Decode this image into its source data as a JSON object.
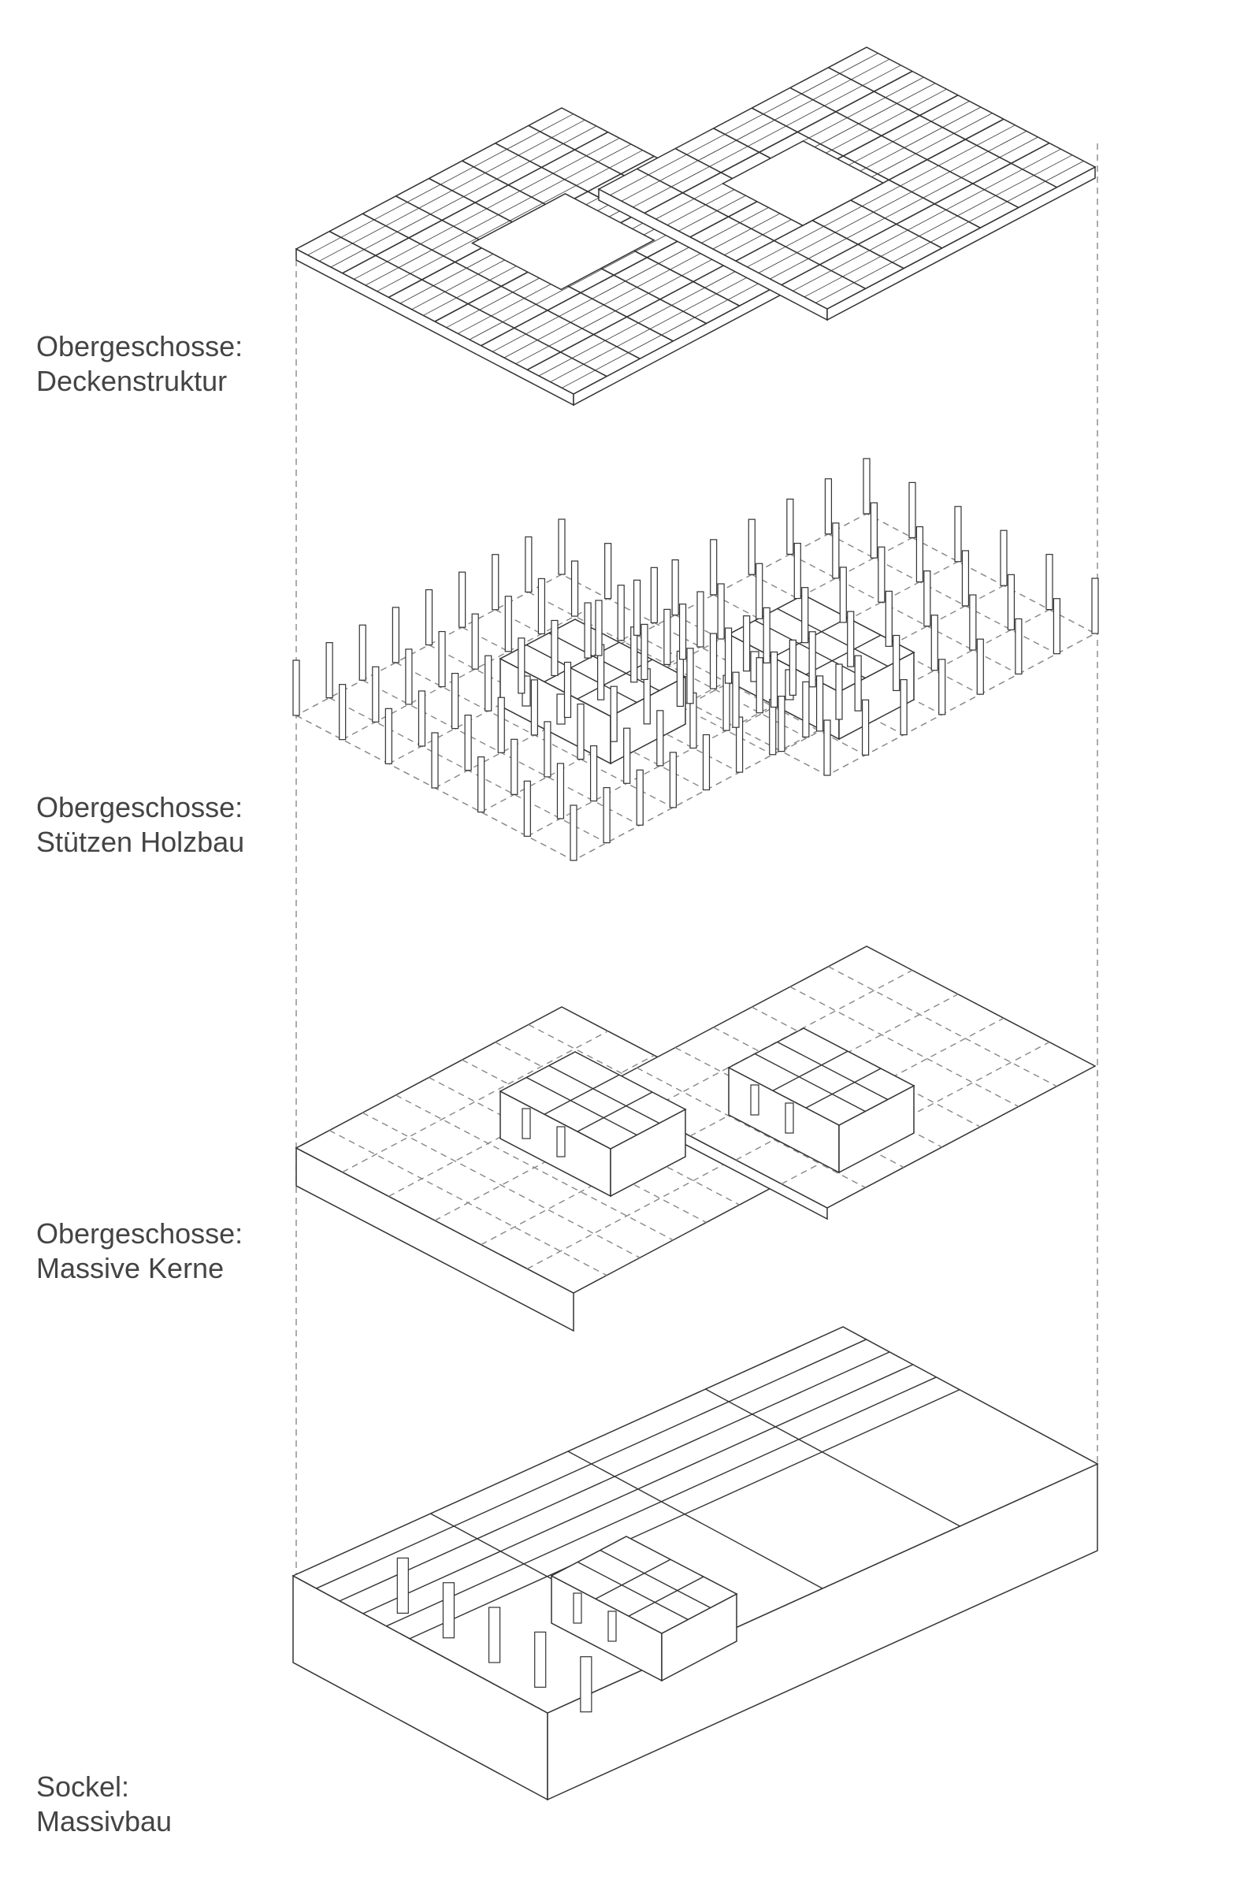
{
  "layers": [
    {
      "line1": "Obergeschosse:",
      "line2": "Deckenstruktur"
    },
    {
      "line1": "Obergeschosse:",
      "line2": "Stützen Holzbau"
    },
    {
      "line1": "Obergeschosse:",
      "line2": "Massive Kerne"
    },
    {
      "line1": "Sockel:",
      "line2": "Massivbau"
    }
  ],
  "colors": {
    "line": "#333333",
    "dashed": "#888888",
    "text": "#444444"
  }
}
